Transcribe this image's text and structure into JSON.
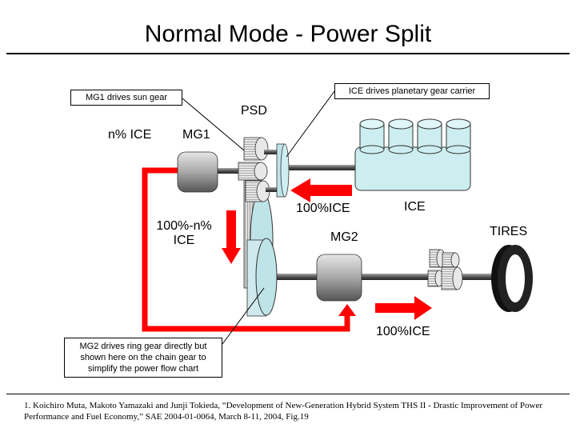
{
  "title": "Normal Mode - Power Split",
  "callouts": {
    "mg1": "MG1 drives sun gear",
    "ice": "ICE drives planetary gear carrier",
    "mg2": "MG2 drives ring gear directly but shown here on the chain gear to simplify the power flow chart"
  },
  "labels": {
    "psd": "PSD",
    "mg1": "MG1",
    "n_ice": "n% ICE",
    "ice": "ICE",
    "ice_flow": "100%ICE",
    "mg1_flow": "100%-n% ICE",
    "mg2": "MG2",
    "tires": "TIRES",
    "out_flow": "100%ICE"
  },
  "reference": "1. Koichiro Muta, Makoto Yamazaki and Junji Tokieda, “Development of New-Generation Hybrid System THS II - Drastic Improvement of Power Performance and Fuel Economy,” SAE 2004-01-0064, March 8-11, 2004, Fig.19",
  "colors": {
    "flow_arrow": "#ff0000",
    "ice_block": "#cdeef0",
    "motor": "#8a8a8a"
  }
}
